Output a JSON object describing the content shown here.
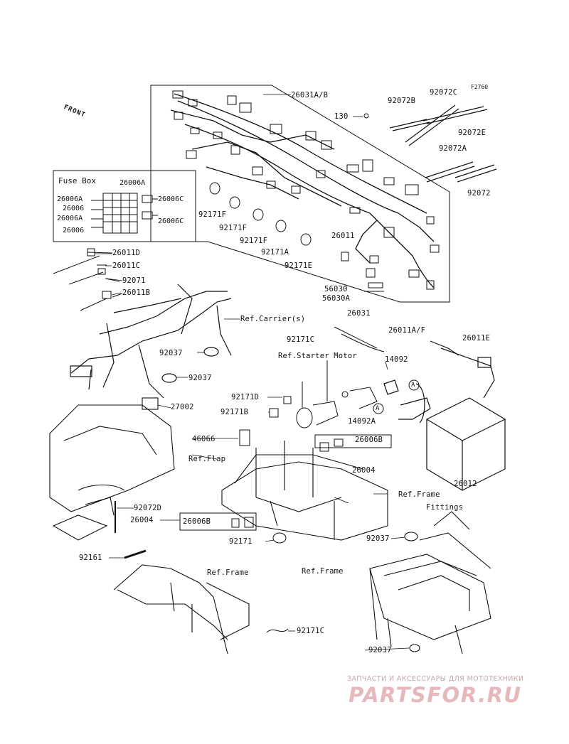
{
  "diagram_code": "F2760",
  "front_label": "FRONT",
  "fuse_box": {
    "title": "Fuse Box",
    "parts": [
      "26006A",
      "26006",
      "26006A",
      "26006",
      "26006A",
      "26006C",
      "26006C"
    ]
  },
  "callouts": [
    {
      "id": "c1",
      "text": "26031A/B"
    },
    {
      "id": "c2",
      "text": "92072B"
    },
    {
      "id": "c3",
      "text": "92072C"
    },
    {
      "id": "c4",
      "text": "130"
    },
    {
      "id": "c5",
      "text": "92072E"
    },
    {
      "id": "c6",
      "text": "92072A"
    },
    {
      "id": "c7",
      "text": "92072"
    },
    {
      "id": "c8",
      "text": "92171F"
    },
    {
      "id": "c9",
      "text": "92171F"
    },
    {
      "id": "c10",
      "text": "92171F"
    },
    {
      "id": "c11",
      "text": "92171A"
    },
    {
      "id": "c12",
      "text": "92171E"
    },
    {
      "id": "c13",
      "text": "26011"
    },
    {
      "id": "c14",
      "text": "56030"
    },
    {
      "id": "c15",
      "text": "56030A"
    },
    {
      "id": "c16",
      "text": "26011D"
    },
    {
      "id": "c17",
      "text": "26011C"
    },
    {
      "id": "c18",
      "text": "92071"
    },
    {
      "id": "c19",
      "text": "26011B"
    },
    {
      "id": "c20",
      "text": "Ref.Carrier(s)"
    },
    {
      "id": "c21",
      "text": "26031"
    },
    {
      "id": "c22",
      "text": "92171C"
    },
    {
      "id": "c23",
      "text": "92037"
    },
    {
      "id": "c24",
      "text": "Ref.Starter Motor"
    },
    {
      "id": "c25",
      "text": "26011A/F"
    },
    {
      "id": "c26",
      "text": "26011E"
    },
    {
      "id": "c27",
      "text": "92037"
    },
    {
      "id": "c28",
      "text": "14092"
    },
    {
      "id": "c29",
      "text": "92171D"
    },
    {
      "id": "c30",
      "text": "27002"
    },
    {
      "id": "c31",
      "text": "92171B"
    },
    {
      "id": "c32",
      "text": "14092A"
    },
    {
      "id": "c33",
      "text": "46066"
    },
    {
      "id": "c34",
      "text": "26006B"
    },
    {
      "id": "c35",
      "text": "Ref.Flap"
    },
    {
      "id": "c36",
      "text": "26004"
    },
    {
      "id": "c37",
      "text": "26012"
    },
    {
      "id": "c38",
      "text": "Ref.Frame"
    },
    {
      "id": "c39",
      "text": "Fittings"
    },
    {
      "id": "c40",
      "text": "92072D"
    },
    {
      "id": "c41",
      "text": "26004"
    },
    {
      "id": "c42",
      "text": "26006B"
    },
    {
      "id": "c43",
      "text": "92037"
    },
    {
      "id": "c44",
      "text": "92171"
    },
    {
      "id": "c45",
      "text": "92161"
    },
    {
      "id": "c46",
      "text": "Ref.Frame"
    },
    {
      "id": "c47",
      "text": "Ref.Frame"
    },
    {
      "id": "c48",
      "text": "92171C"
    },
    {
      "id": "c49",
      "text": "92037"
    }
  ],
  "connector_marks": [
    "A",
    "A"
  ],
  "watermark": {
    "tagline": "ЗАПЧАСТИ И АКСЕССУАРЫ ДЛЯ МОТОТЕХНИКИ",
    "brand": "PARTSFOR.RU"
  }
}
